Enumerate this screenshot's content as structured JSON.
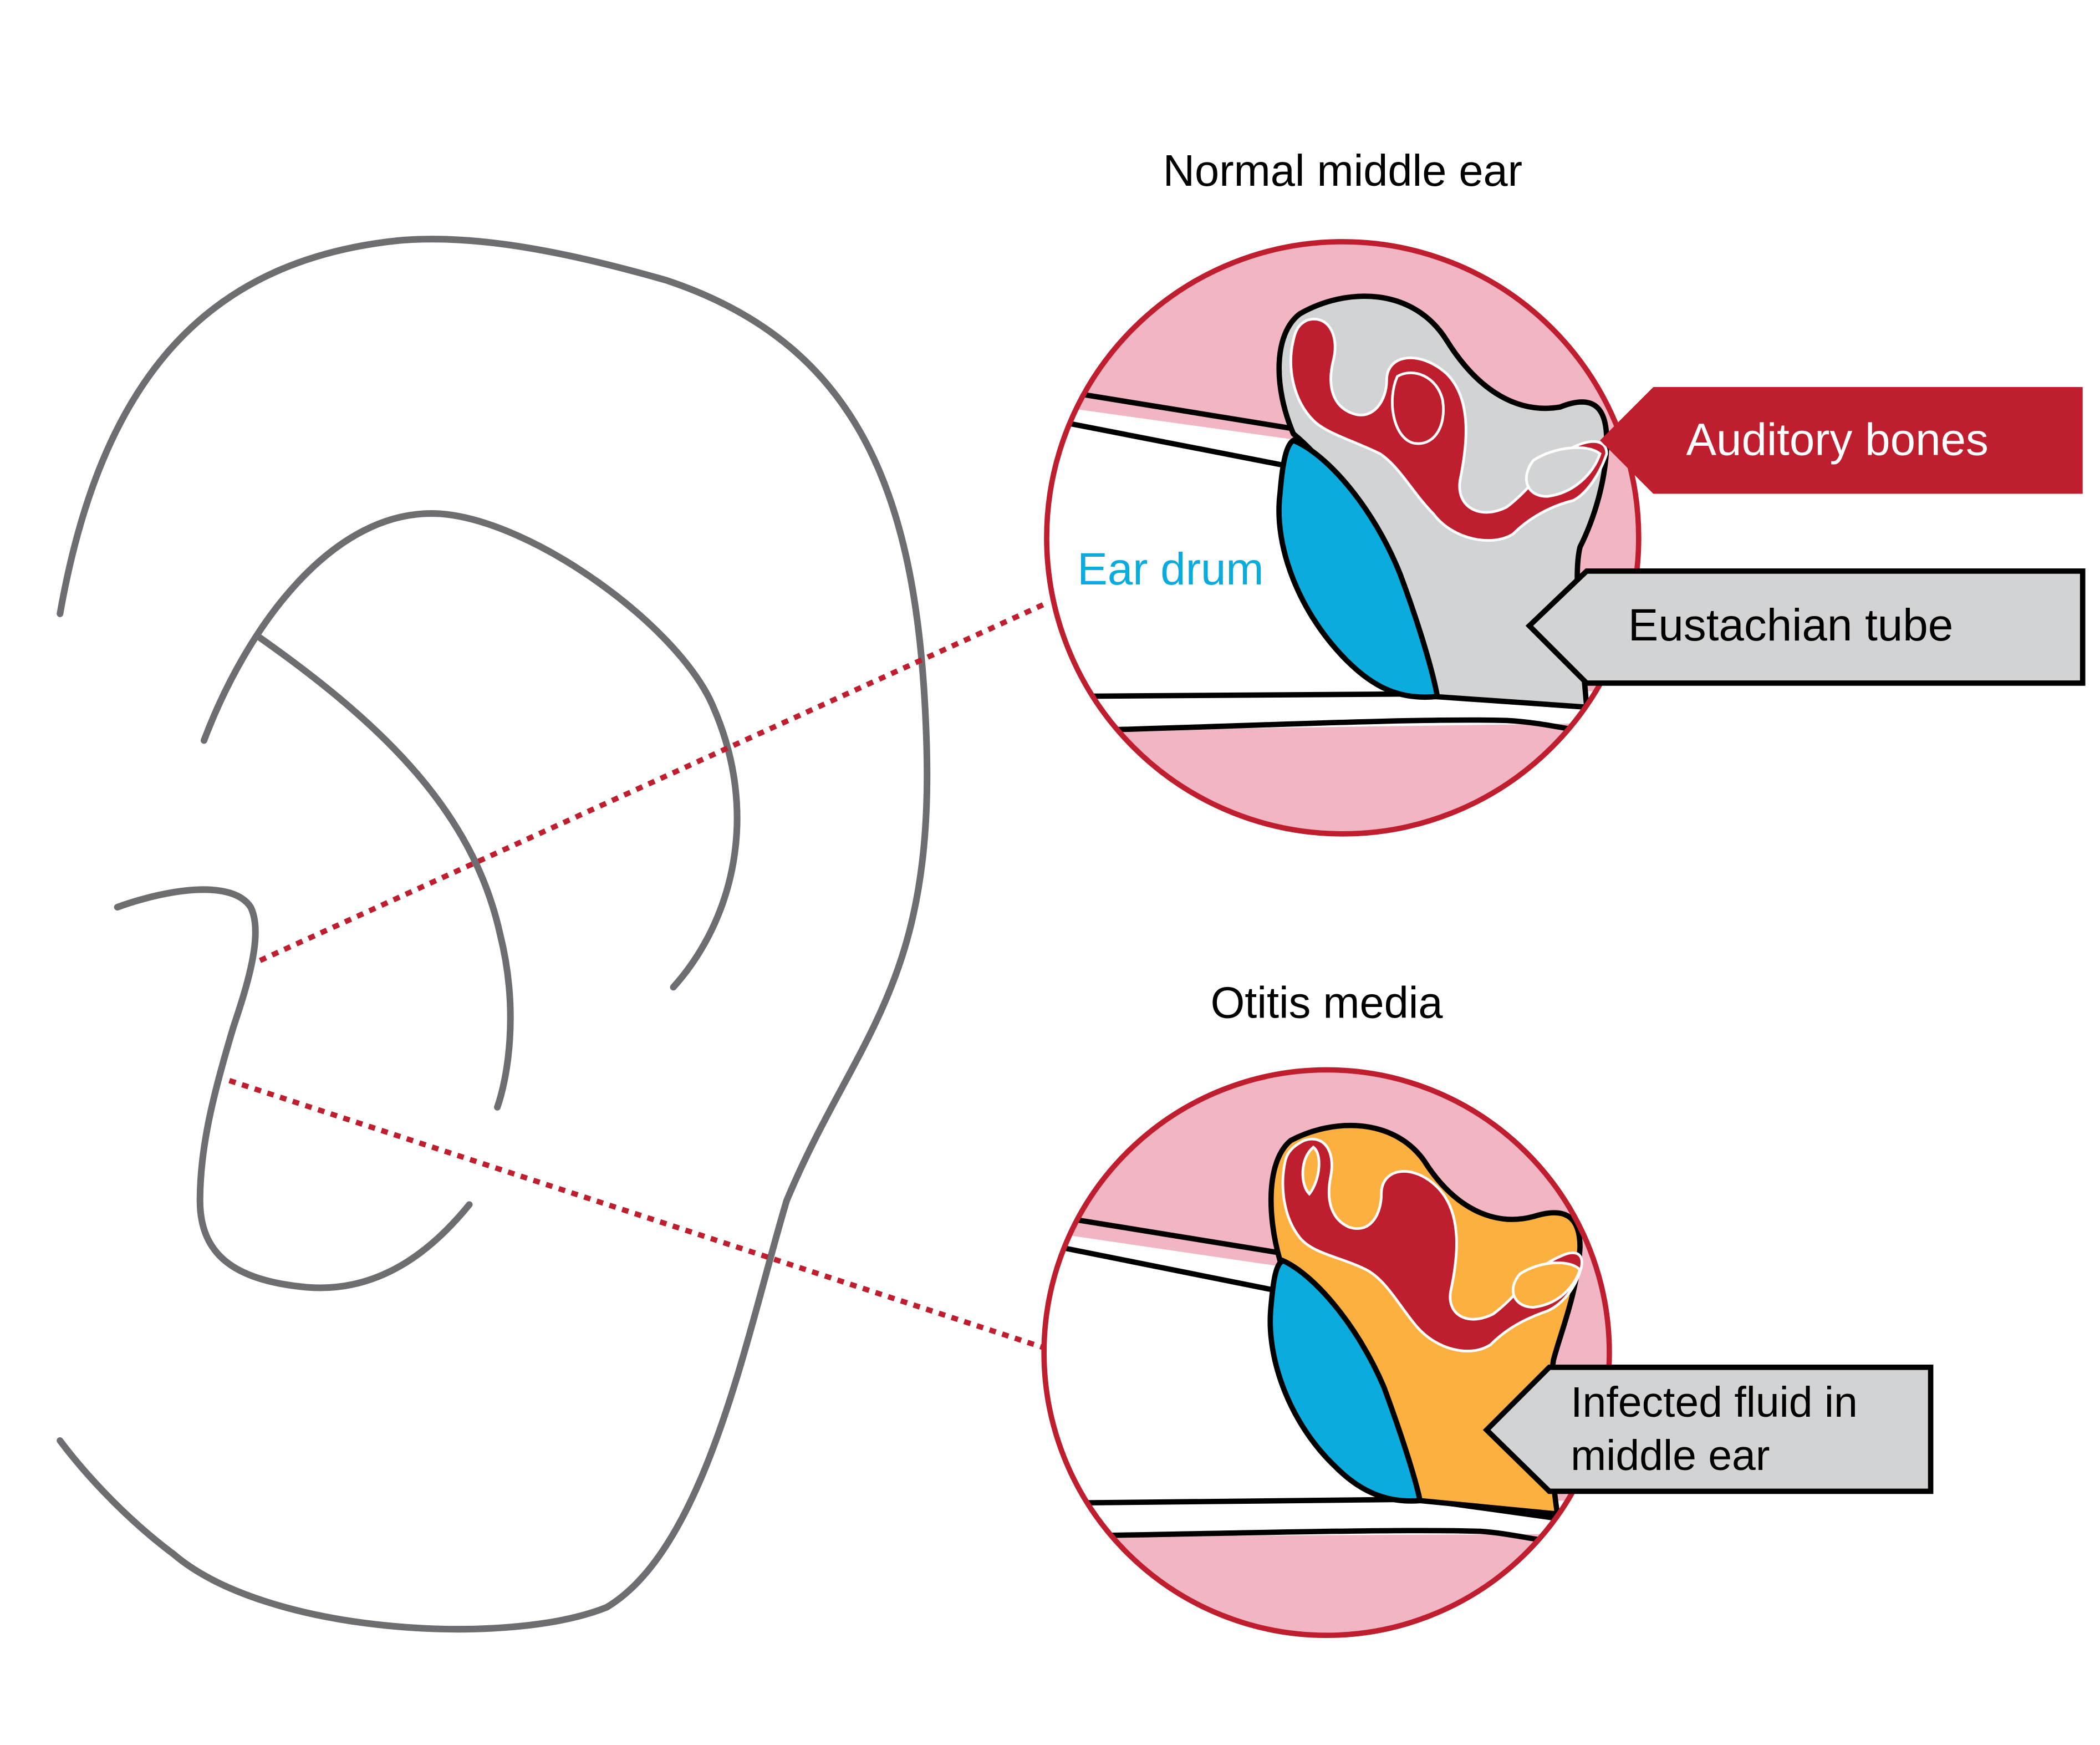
{
  "titles": {
    "normal": "Normal middle ear",
    "otitis": "Otitis media"
  },
  "labels": {
    "auditory_bones": "Auditory bones",
    "ear_drum": "Ear drum",
    "eustachian_tube": "Eustachian tube",
    "infected_fluid_line1": "Infected fluid in",
    "infected_fluid_line2": "middle ear"
  },
  "colors": {
    "outline": "#6d6e71",
    "ring": "#be1e2d",
    "tissue": "#f2b5c3",
    "bone": "#be1e2d",
    "air": "#d1d3d4",
    "drum": "#0babdd",
    "fluid": "#fbb040",
    "label_gray": "#d1d3d4",
    "white": "#ffffff",
    "black": "#000000"
  }
}
